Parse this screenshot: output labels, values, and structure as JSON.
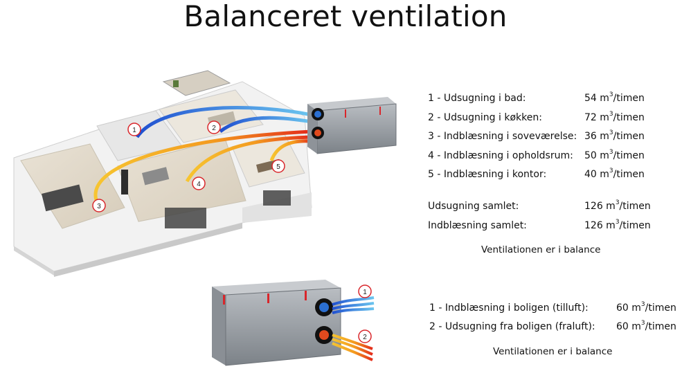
{
  "title": "Balanceret ventilation",
  "house_diagram": {
    "markers": [
      "1",
      "2",
      "3",
      "4",
      "5"
    ],
    "rows": [
      {
        "label": "1 - Udsugning i bad:",
        "value": "54 m",
        "exp": "3",
        "unit": "/timen"
      },
      {
        "label": "2 - Udsugning i køkken:",
        "value": "72 m",
        "exp": "3",
        "unit": "/timen"
      },
      {
        "label": "3 - Indblæsning i soveværelse:",
        "value": "36 m",
        "exp": "3",
        "unit": "/timen"
      },
      {
        "label": "4 - Indblæsning i opholdsrum:",
        "value": "50 m",
        "exp": "3",
        "unit": "/timen"
      },
      {
        "label": "5 - Indblæsning i kontor:",
        "value": "40 m",
        "exp": "3",
        "unit": "/timen"
      }
    ],
    "totals": [
      {
        "label": "Udsugning samlet:",
        "value": "126 m",
        "exp": "3",
        "unit": "/timen"
      },
      {
        "label": "Indblæsning samlet:",
        "value": "126 m",
        "exp": "3",
        "unit": "/timen"
      }
    ],
    "summary": "Ventilationen er i balance"
  },
  "unit_diagram": {
    "markers": [
      "1",
      "2"
    ],
    "rows": [
      {
        "label": "1 - Indblæsning i boligen (tilluft):",
        "value": "60 m",
        "exp": "3",
        "unit": "/timen"
      },
      {
        "label": "2 - Udsugning fra boligen (fraluft):",
        "value": "60 m",
        "exp": "3",
        "unit": "/timen"
      }
    ],
    "summary": "Ventilationen er i balance"
  },
  "colors": {
    "supply_warm": "#e8341c",
    "supply_orange": "#f5a623",
    "extract_blue": "#1f6fd6",
    "extract_light": "#5ab8e8",
    "marker_red": "#d9262b",
    "unit_metal": "#9aa0a6"
  }
}
